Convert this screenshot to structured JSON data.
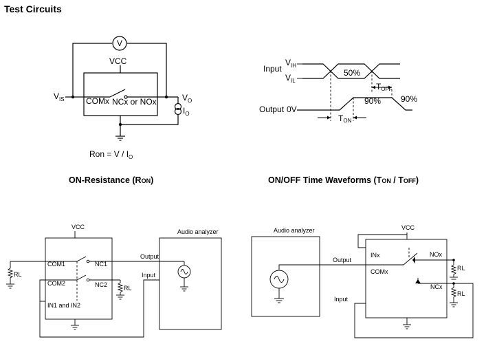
{
  "page_title": "Test Circuits",
  "captions": {
    "on_resistance": "ON-Resistance (R",
    "on_resistance_sub": "ON",
    "waveforms": "ON/OFF Time Waveforms (T",
    "waveforms_sub1": "ON",
    "waveforms_mid": " / T",
    "waveforms_sub2": "OFF",
    "close": ")"
  },
  "ron_circuit": {
    "voltmeter": "V",
    "vcc": "VCC",
    "vis_main": "V",
    "vis_sub": "IS",
    "vo_main": "V",
    "vo_sub": "O",
    "io_main": "I",
    "io_sub": "O",
    "com": "COMx",
    "nc_no": "NCx or NOx",
    "formula_main": "Ron = V / I",
    "formula_sub": "O"
  },
  "waveforms": {
    "input": "Input",
    "vih_main": "V",
    "vih_sub": "IH",
    "vil_main": "V",
    "vil_sub": "IL",
    "pct50": "50%",
    "pct90a": "90%",
    "pct90b": "90%",
    "output": "Output",
    "zero_v": "0V",
    "toff_main": "T",
    "toff_sub": "OFF",
    "ton_main": "T",
    "ton_sub": "ON"
  },
  "crosstalk_circuit": {
    "vcc": "VCC",
    "com1": "COM1",
    "nc1": "NC1",
    "com2": "COM2",
    "nc2": "NC2",
    "in": "IN1 and IN2",
    "rl_left": "RL",
    "rl_mid": "RL",
    "output": "Output",
    "input": "Input",
    "analyzer": "Audio analyzer"
  },
  "offiso_circuit": {
    "analyzer": "Audio analyzer",
    "vcc": "VCC",
    "inx": "INx",
    "nox": "NOx",
    "comx": "COMx",
    "ncx": "NCx",
    "output": "Output",
    "input": "Input",
    "rl_top": "RL",
    "rl_bottom": "RL"
  }
}
